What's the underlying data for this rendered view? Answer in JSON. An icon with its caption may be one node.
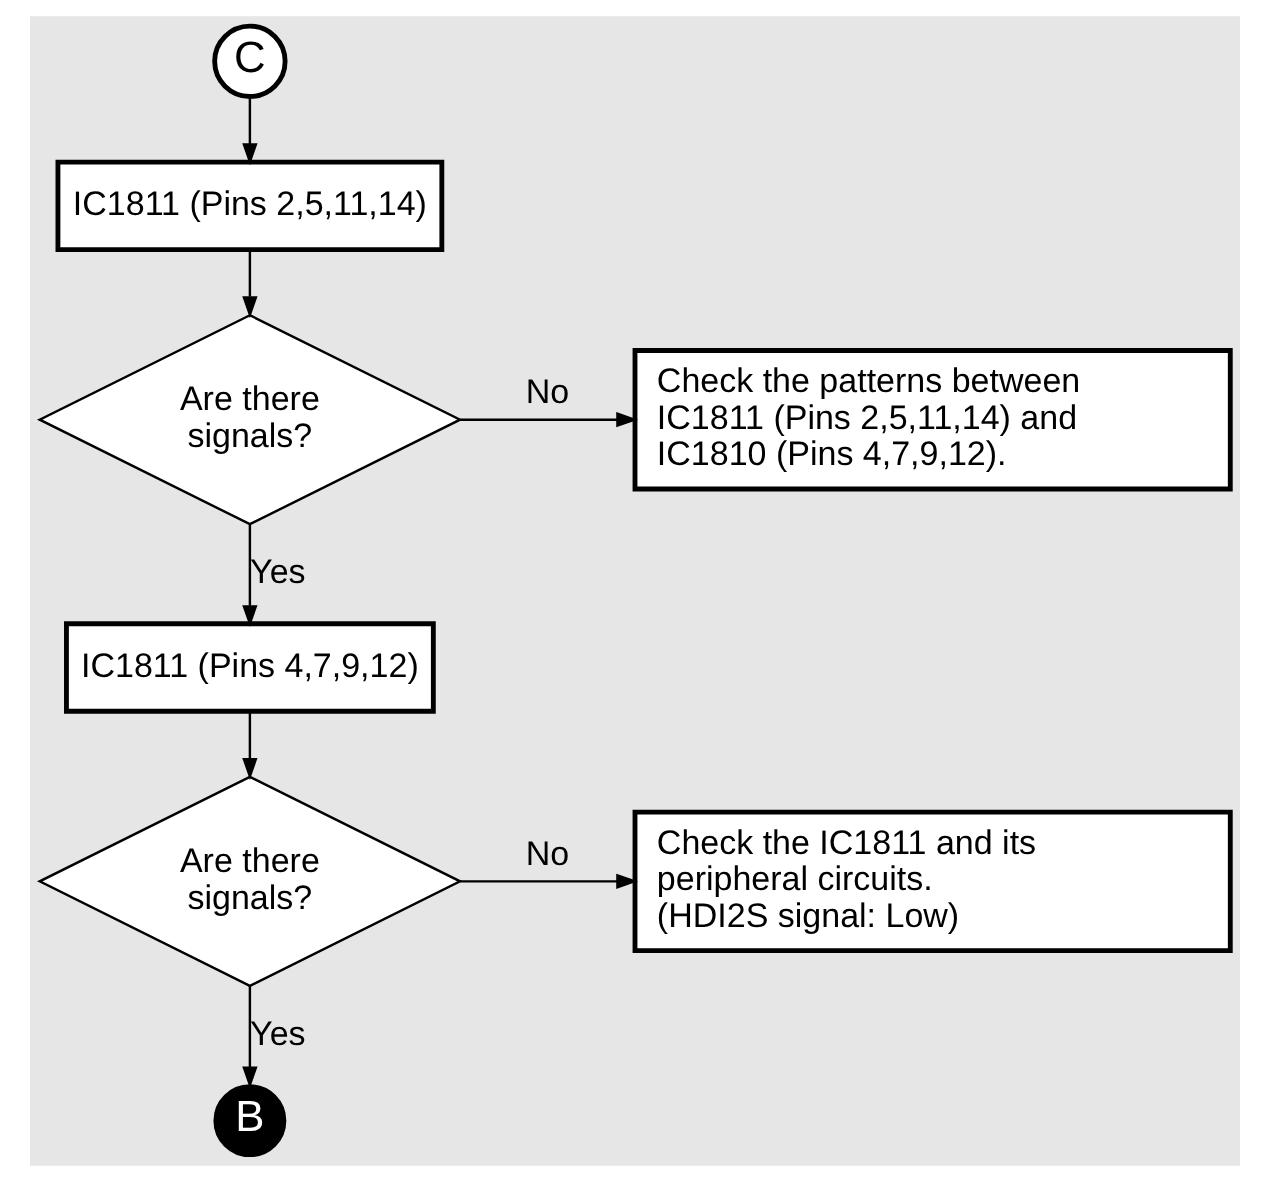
{
  "diagram": {
    "nodes": [
      {
        "text": [
          "C"
        ]
      },
      {
        "text": [
          "IC1811 (Pins 2,5,11,14)"
        ]
      },
      {
        "text": [
          "Are there signals?"
        ]
      },
      {
        "text": [
          "Check the patterns between IC1811 (Pins 2,5,11,14) and IC1810 (Pins 4,7,9,12)."
        ]
      },
      {
        "text": [
          "IC1811 (Pins 4,7,9,12)"
        ]
      },
      {
        "text": [
          "Are there signals?"
        ]
      },
      {
        "text": [
          "Check the IC1811 and its peripheral circuits.",
          "(HDI2S signal: Low)"
        ]
      },
      {
        "text": [
          "B"
        ]
      }
    ],
    "edges": [
      {
        "from": 0,
        "to": 1,
        "arrow": "to"
      },
      {
        "from": 1,
        "to": 2,
        "arrow": "to"
      },
      {
        "from": 2,
        "to": 3,
        "arrow": "to",
        "label": "No"
      },
      {
        "from": 2,
        "to": 4,
        "arrow": "to",
        "label": "Yes"
      },
      {
        "from": 4,
        "to": 5,
        "arrow": "to"
      },
      {
        "from": 5,
        "to": 6,
        "arrow": "to",
        "label": "No"
      },
      {
        "from": 5,
        "to": 7,
        "arrow": "to",
        "label": "Yes"
      }
    ]
  }
}
